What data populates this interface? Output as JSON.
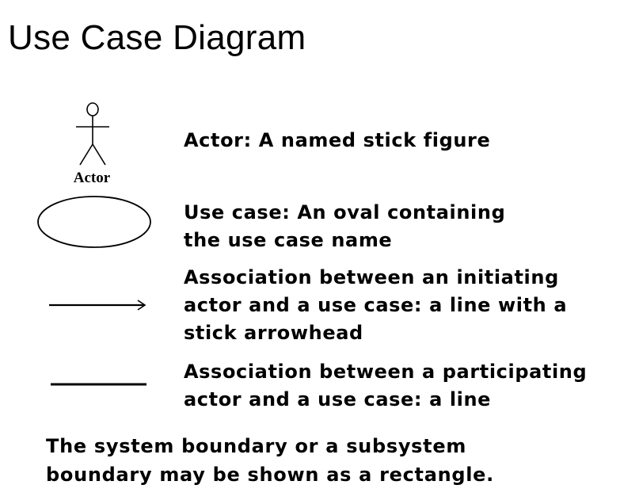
{
  "title": "Use Case Diagram",
  "rows": [
    {
      "symbol_icon": "actor-stick-figure-icon",
      "symbol_label": "Actor",
      "lines": [
        "Actor: A named stick figure"
      ]
    },
    {
      "symbol_icon": "use-case-oval-icon",
      "lines": [
        "Use case: An oval containing",
        "the use case name"
      ]
    },
    {
      "symbol_icon": "initiating-association-arrow-icon",
      "lines": [
        "Association between an initiating",
        "actor and a use case: a line with a",
        "stick arrowhead"
      ]
    },
    {
      "symbol_icon": "participating-association-line-icon",
      "lines": [
        "Association between a participating",
        "actor and a use case: a line"
      ]
    }
  ],
  "footer": {
    "lines": [
      "The system boundary or a subsystem",
      "boundary may be shown as a rectangle."
    ]
  }
}
